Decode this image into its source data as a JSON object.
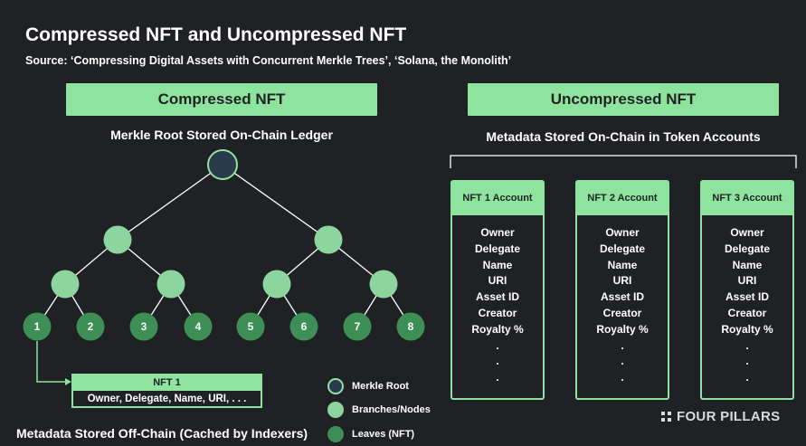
{
  "title": "Compressed NFT and Uncompressed NFT",
  "subtitle": "Source: ‘Compressing Digital Assets with Concurrent Merkle Trees’, ‘Solana, the Monolith’",
  "compressed": {
    "header": "Compressed NFT",
    "caption": "Merkle Root Stored On-Chain Ledger",
    "leaves": [
      "1",
      "2",
      "3",
      "4",
      "5",
      "6",
      "7",
      "8"
    ],
    "nft_box": {
      "label": "NFT 1",
      "fields": "Owner, Delegate, Name, URI, . . ."
    },
    "offchain_caption": "Metadata Stored Off-Chain (Cached by Indexers)"
  },
  "uncompressed": {
    "header": "Uncompressed NFT",
    "caption": "Metadata Stored On-Chain in Token Accounts",
    "accounts": [
      {
        "label": "NFT 1 Account",
        "fields": [
          "Owner",
          "Delegate",
          "Name",
          "URI",
          "Asset ID",
          "Creator",
          "Royalty %"
        ],
        "dots": [
          ".",
          ".",
          "."
        ]
      },
      {
        "label": "NFT 2 Account",
        "fields": [
          "Owner",
          "Delegate",
          "Name",
          "URI",
          "Asset ID",
          "Creator",
          "Royalty %"
        ],
        "dots": [
          ".",
          ".",
          "."
        ]
      },
      {
        "label": "NFT 3 Account",
        "fields": [
          "Owner",
          "Delegate",
          "Name",
          "URI",
          "Asset ID",
          "Creator",
          "Royalty %"
        ],
        "dots": [
          ".",
          ".",
          "."
        ]
      }
    ]
  },
  "legend": [
    {
      "label": "Merkle Root",
      "icon": "merkle-root-swatch"
    },
    {
      "label": "Branches/Nodes",
      "icon": "branch-node-swatch"
    },
    {
      "label": "Leaves (NFT)",
      "icon": "leaf-swatch"
    }
  ],
  "brand": "FOUR PILLARS",
  "colors": {
    "background": "#1f2124",
    "accent": "#8ee49f",
    "node": "#8dd59e",
    "leaf": "#3d8f55",
    "root": "#2b3a4a"
  }
}
